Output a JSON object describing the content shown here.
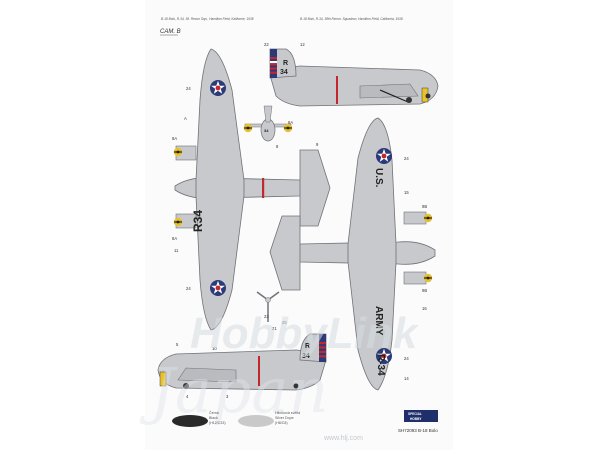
{
  "header": {
    "caption_left": "B-18 Bolo, R-34, 38. Recon Sqn., Hamilton Field, Kalifornie, 1938",
    "caption_right": "B-18 Bolo, R-34, 38th Recon. Squadron, Hamilton Field, California, 1938"
  },
  "camo_label": "CAM. B",
  "markings": {
    "tail_code_top": "R",
    "tail_number": "34",
    "wing_code": "R34",
    "wing_code_lower_a": "U.S.",
    "wing_code_lower_b": "ARMY",
    "lower_wing_number": "R-34",
    "nose_number": "34"
  },
  "callouts": {
    "c22": "22",
    "c12": "12",
    "c24": "24",
    "c8a": "8A",
    "c8": "8",
    "c9": "9",
    "c9b": "9B",
    "c16": "16",
    "c15": "15",
    "c11": "11",
    "c23": "23",
    "c25": "25",
    "c21": "21",
    "c20": "20",
    "c14": "14",
    "c5": "5",
    "c10": "10",
    "c4": "4",
    "c3": "3",
    "cA": "A"
  },
  "swatches": [
    {
      "label_1": "Černá",
      "label_2": "Black",
      "label_3": "(H12/C33)",
      "color": "#2a2a2a"
    },
    {
      "label_1": "Hliníková světlá",
      "label_2": "Silver Dope",
      "label_3": "(H8/C8)",
      "color": "#c9c9c9"
    }
  ],
  "brand": {
    "logo_line1": "SPECIAL",
    "logo_line2": "HOBBY",
    "code": "SH72093 B-18 Bolo"
  },
  "watermark": {
    "line1": "HobbyLink",
    "line2": "Japan",
    "url": "www.hlj.com"
  },
  "colors": {
    "aircraft": "#c7c9cc",
    "aircraft_stroke": "#6f7277",
    "roundel_blue": "#2b3a78",
    "roundel_red": "#c2272d",
    "rudder_blue": "#2b3a78",
    "rudder_red": "#c2272d",
    "prop_yellow": "#e8c22c",
    "black": "#222222"
  }
}
